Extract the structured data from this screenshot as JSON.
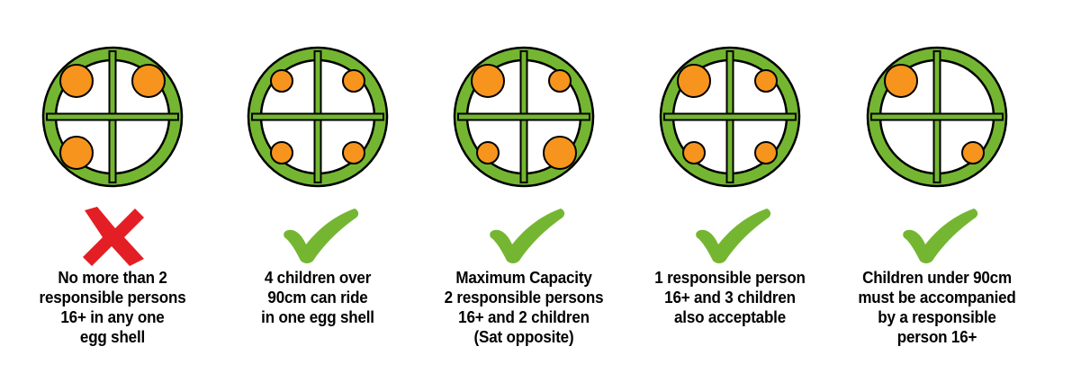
{
  "colors": {
    "ring": "#74b631",
    "outline": "#000000",
    "seat": "#f7941d",
    "tick": "#74b631",
    "cross": "#e31e24",
    "text": "#000000"
  },
  "panels": [
    {
      "result": "cross-icon",
      "seats": [
        "large",
        "large",
        "large",
        "empty"
      ],
      "caption": [
        "No more than 2",
        "responsible persons",
        "16+ in any one",
        "egg shell"
      ]
    },
    {
      "result": "tick-icon",
      "seats": [
        "small",
        "small",
        "small",
        "small"
      ],
      "caption": [
        "4 children over",
        "90cm can ride",
        "in one egg shell"
      ]
    },
    {
      "result": "tick-icon",
      "seats": [
        "large",
        "small",
        "small",
        "large"
      ],
      "caption": [
        "Maximum Capacity",
        "2 responsible persons",
        "16+ and 2 children",
        "(Sat opposite)"
      ]
    },
    {
      "result": "tick-icon",
      "seats": [
        "large",
        "small",
        "small",
        "small"
      ],
      "caption": [
        "1 responsible person",
        "16+ and 3 children",
        "also acceptable"
      ]
    },
    {
      "result": "tick-icon",
      "seats": [
        "large",
        "empty",
        "empty",
        "small"
      ],
      "caption": [
        "Children under 90cm",
        "must be accompanied",
        "by a responsible",
        "person 16+"
      ]
    }
  ]
}
